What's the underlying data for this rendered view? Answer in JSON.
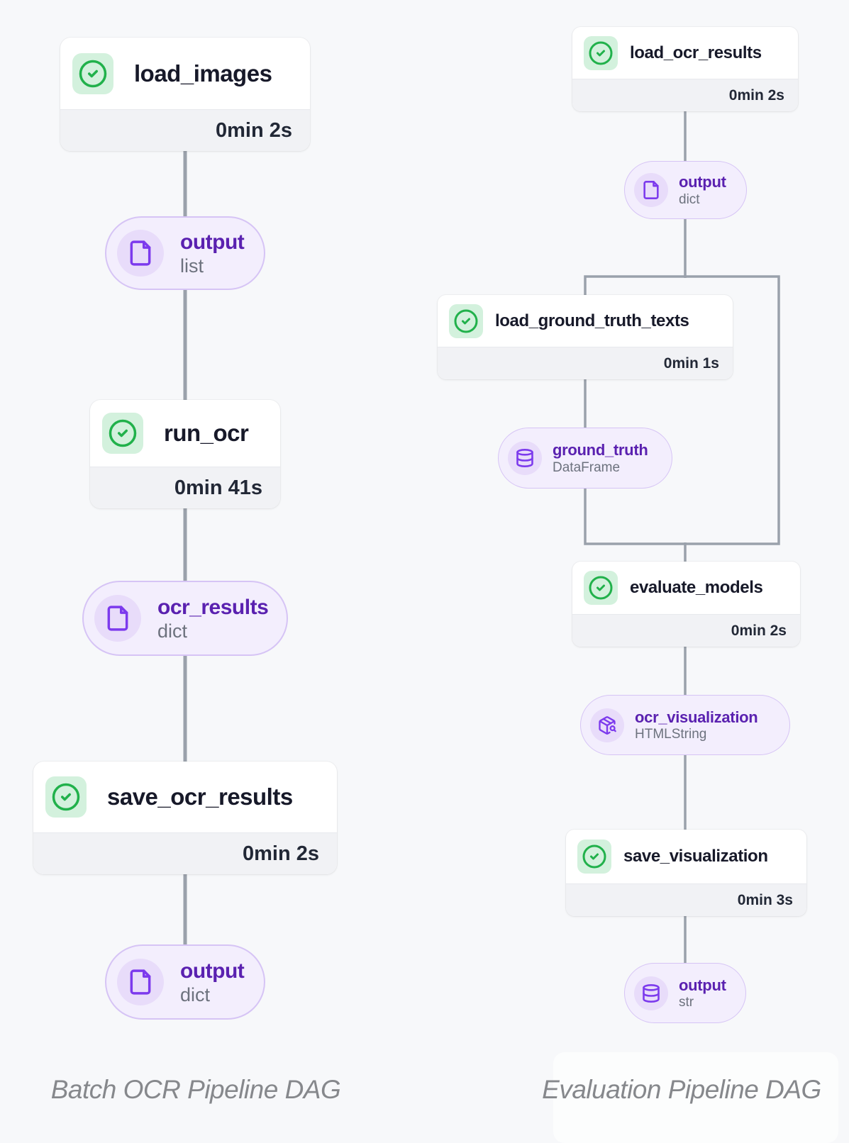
{
  "colors": {
    "background": "#f7f8fa",
    "status_green": "#21b14b",
    "status_green_bg": "#d3f1dd",
    "artifact_purple": "#7c3aed",
    "artifact_title_purple": "#5a21b0",
    "artifact_bg": "#f3eefd",
    "artifact_border": "#d6c4f5",
    "connector_gray": "#9aa1ab",
    "card_bg": "#ffffff",
    "card_footer_bg": "#f1f2f5",
    "task_title_color": "#171929",
    "caption_color": "#86888c"
  },
  "left_pipeline": {
    "caption": "Batch OCR Pipeline DAG",
    "tasks": [
      {
        "name": "load_images",
        "duration": "0min 2s",
        "status": "success"
      },
      {
        "name": "run_ocr",
        "duration": "0min 41s",
        "status": "success"
      },
      {
        "name": "save_ocr_results",
        "duration": "0min 2s",
        "status": "success"
      }
    ],
    "artifacts": [
      {
        "name": "output",
        "type": "list",
        "icon": "file-icon"
      },
      {
        "name": "ocr_results",
        "type": "dict",
        "icon": "file-icon"
      },
      {
        "name": "output",
        "type": "dict",
        "icon": "file-icon"
      }
    ]
  },
  "right_pipeline": {
    "caption": "Evaluation Pipeline DAG",
    "tasks": [
      {
        "name": "load_ocr_results",
        "duration": "0min 2s",
        "status": "success"
      },
      {
        "name": "load_ground_truth_texts",
        "duration": "0min 1s",
        "status": "success"
      },
      {
        "name": "evaluate_models",
        "duration": "0min 2s",
        "status": "success"
      },
      {
        "name": "save_visualization",
        "duration": "0min 3s",
        "status": "success"
      }
    ],
    "artifacts": [
      {
        "name": "output",
        "type": "dict",
        "icon": "file-icon"
      },
      {
        "name": "ground_truth",
        "type": "DataFrame",
        "icon": "database-icon"
      },
      {
        "name": "ocr_visualization",
        "type": "HTMLString",
        "icon": "package-search-icon"
      },
      {
        "name": "output",
        "type": "str",
        "icon": "database-icon"
      }
    ]
  }
}
